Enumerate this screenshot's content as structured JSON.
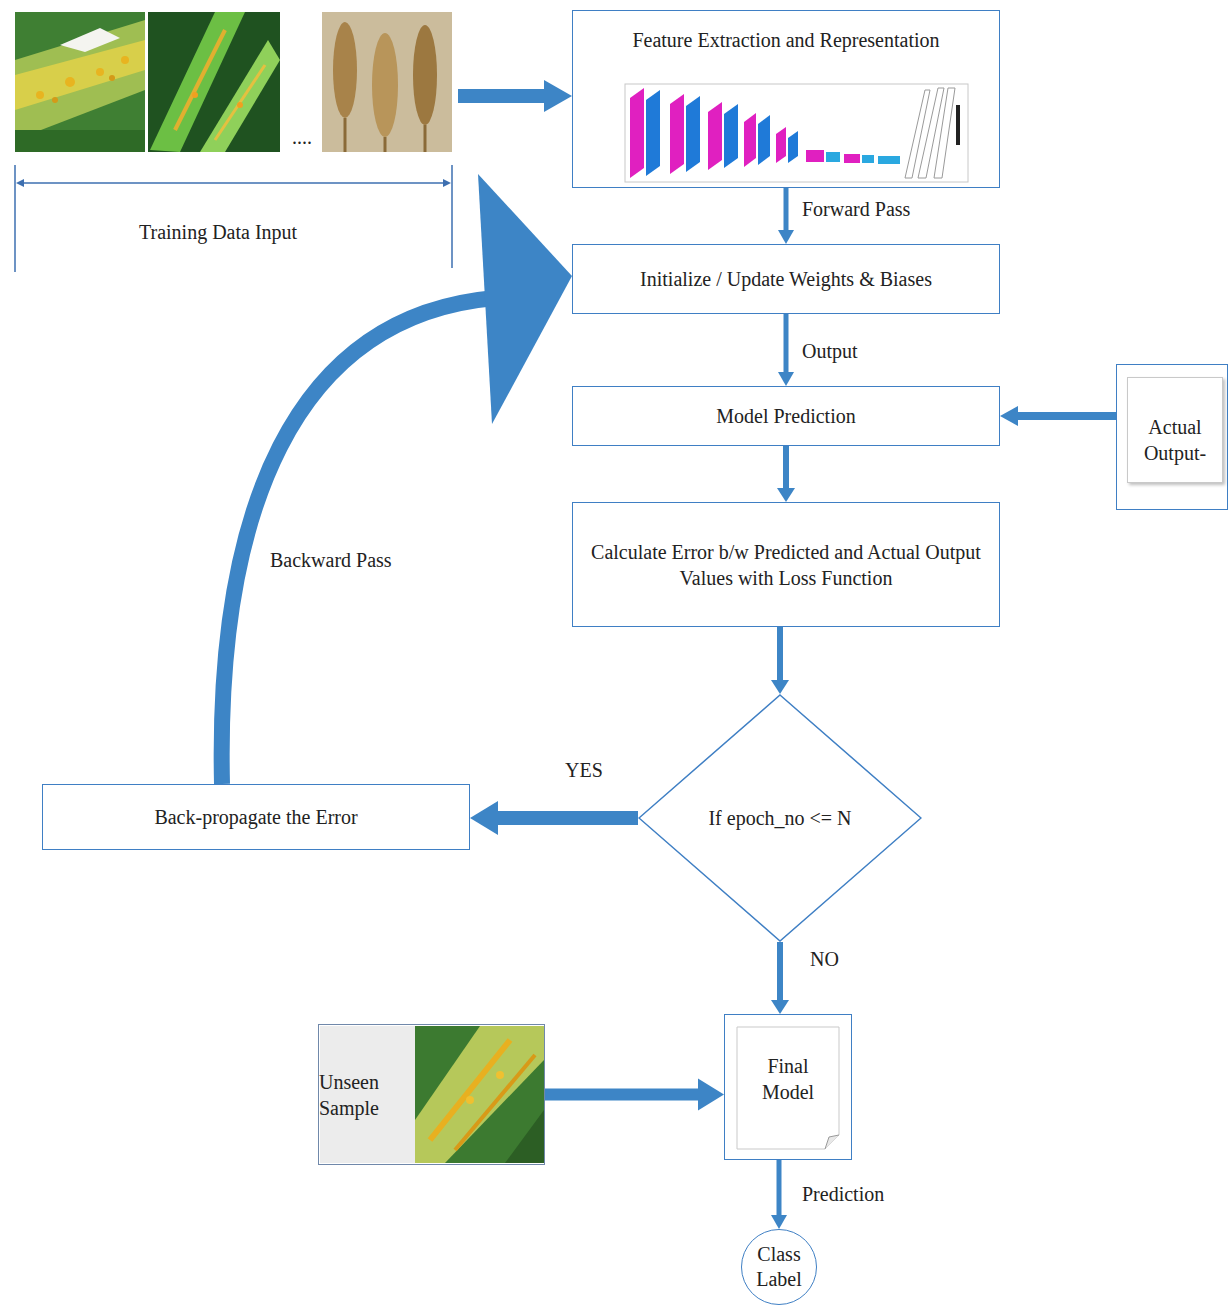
{
  "diagram": {
    "nodes": [
      {
        "text": [
          "Feature Extraction and Representation"
        ]
      },
      {
        "text": [
          "Initialize / Update Weights & Biases"
        ]
      },
      {
        "text": [
          "Model Prediction"
        ]
      },
      {
        "text": [
          "Actual Output-"
        ]
      },
      {
        "text": [
          "Calculate Error b/w Predicted and Actual Output Values with Loss Function"
        ]
      },
      {
        "text": [
          "If epoch_no <= N"
        ]
      },
      {
        "text": [
          "Back-propagate the Error"
        ]
      },
      {
        "text": [
          "Final Model"
        ]
      },
      {
        "text": [
          "Unseen Sample"
        ]
      },
      {
        "text": [
          "Class Label"
        ]
      }
    ],
    "edges": [
      {
        "from": 0,
        "to": 1,
        "arrow": "to",
        "label": "Forward Pass"
      },
      {
        "from": 1,
        "to": 2,
        "arrow": "to",
        "label": "Output"
      },
      {
        "from": 3,
        "to": 2,
        "arrow": "to"
      },
      {
        "from": 2,
        "to": 4,
        "arrow": "to"
      },
      {
        "from": 4,
        "to": 5,
        "arrow": "to"
      },
      {
        "from": 5,
        "to": 6,
        "arrow": "to",
        "label": "YES"
      },
      {
        "from": 6,
        "to": 1,
        "arrow": "to",
        "label": "Backward Pass"
      },
      {
        "from": 5,
        "to": 7,
        "arrow": "to",
        "label": "NO"
      },
      {
        "from": 8,
        "to": 7,
        "arrow": "to"
      },
      {
        "from": 7,
        "to": 9,
        "arrow": "to",
        "label": "Prediction"
      }
    ],
    "labels": [
      "....",
      "Training Data Input"
    ]
  }
}
